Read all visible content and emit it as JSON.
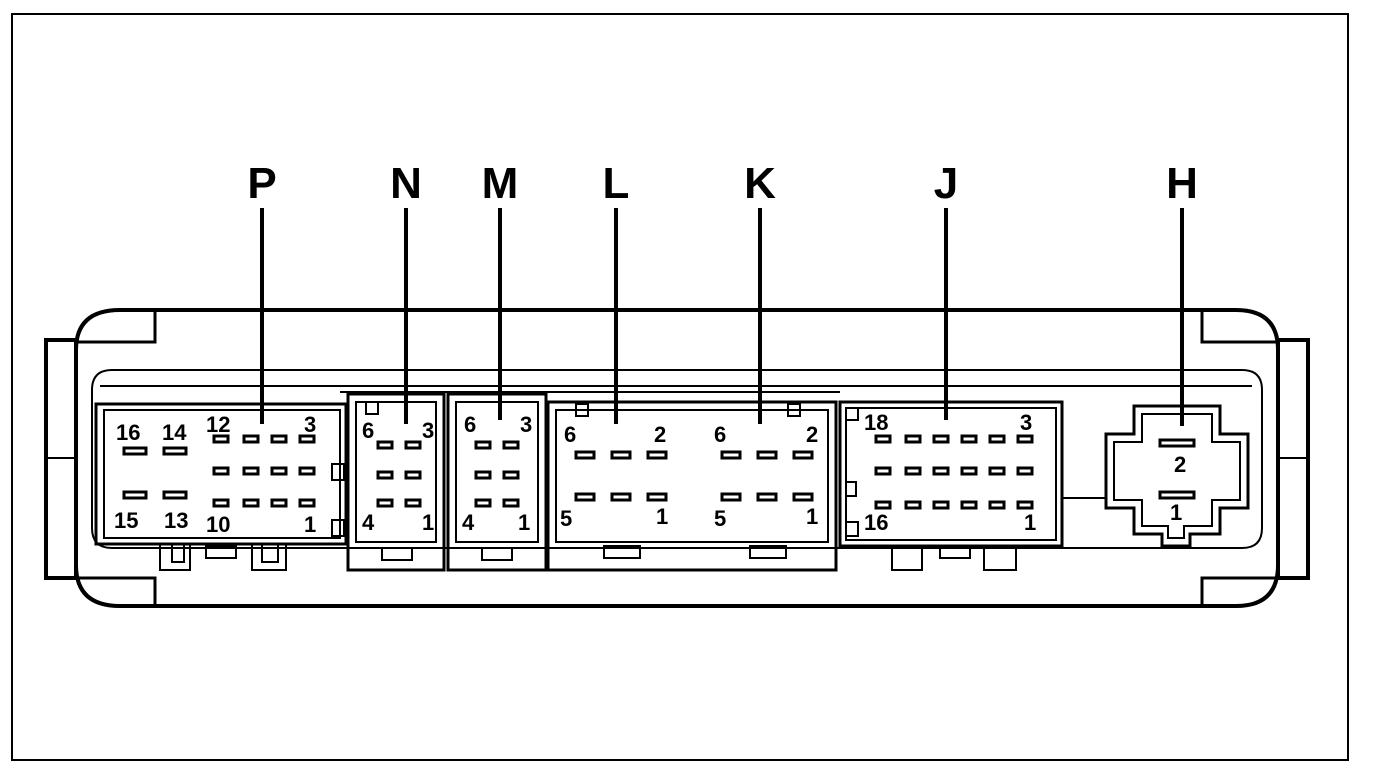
{
  "connectors": {
    "P": {
      "label": "P",
      "pins": {
        "p16": "16",
        "p14": "14",
        "p12": "12",
        "p3": "3",
        "p15": "15",
        "p13": "13",
        "p10": "10",
        "p1": "1"
      }
    },
    "N": {
      "label": "N",
      "pins": {
        "p6": "6",
        "p3": "3",
        "p4": "4",
        "p1": "1"
      }
    },
    "M": {
      "label": "M",
      "pins": {
        "p6": "6",
        "p3": "3",
        "p4": "4",
        "p1": "1"
      }
    },
    "L": {
      "label": "L",
      "pins": {
        "p6": "6",
        "p2": "2",
        "p5": "5",
        "p1": "1"
      }
    },
    "K": {
      "label": "K",
      "pins": {
        "p6": "6",
        "p2": "2",
        "p5": "5",
        "p1": "1"
      }
    },
    "J": {
      "label": "J",
      "pins": {
        "p18": "18",
        "p3": "3",
        "p16": "16",
        "p1": "1"
      }
    },
    "H": {
      "label": "H",
      "pins": {
        "p2": "2",
        "p1": "1"
      }
    }
  },
  "colors": {
    "line": "#000000",
    "background": "#ffffff"
  }
}
